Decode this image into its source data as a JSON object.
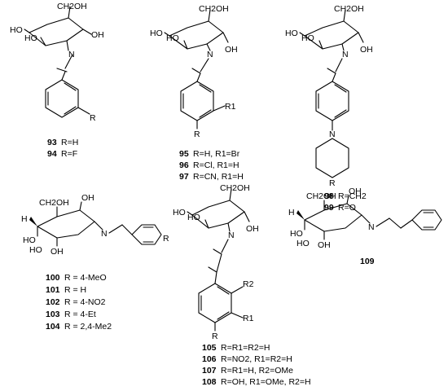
{
  "atoms": {
    "ch2oh": "CH2OH",
    "ho": "HO",
    "oh": "OH",
    "n": "N",
    "r": "R",
    "r1": "R1",
    "r2": "R2",
    "h": "H"
  },
  "structures": [
    {
      "id": "93-94",
      "entries": [
        {
          "num": "93",
          "text": "R=H"
        },
        {
          "num": "94",
          "text": "R=F"
        }
      ]
    },
    {
      "id": "95-97",
      "entries": [
        {
          "num": "95",
          "text": "R=H, R1=Br"
        },
        {
          "num": "96",
          "text": "R=Cl, R1=H"
        },
        {
          "num": "97",
          "text": "R=CN, R1=H"
        }
      ]
    },
    {
      "id": "98-99",
      "entries": [
        {
          "num": "98",
          "text": "R=CH2"
        },
        {
          "num": "99",
          "text": "R=O"
        }
      ]
    },
    {
      "id": "100-104",
      "entries": [
        {
          "num": "100",
          "text": "R = 4-MeO"
        },
        {
          "num": "101",
          "text": "R = H"
        },
        {
          "num": "102",
          "text": "R = 4-NO2"
        },
        {
          "num": "103",
          "text": "R = 4-Et"
        },
        {
          "num": "104",
          "text": "R = 2,4-Me2"
        }
      ]
    },
    {
      "id": "105-108",
      "entries": [
        {
          "num": "105",
          "text": "R=R1=R2=H"
        },
        {
          "num": "106",
          "text": "R=NO2, R1=R2=H"
        },
        {
          "num": "107",
          "text": "R=R1=H, R2=OMe"
        },
        {
          "num": "108",
          "text": "R=OH, R1=OMe, R2=H"
        }
      ]
    },
    {
      "id": "109",
      "entries": [
        {
          "num": "109",
          "text": ""
        }
      ]
    }
  ]
}
